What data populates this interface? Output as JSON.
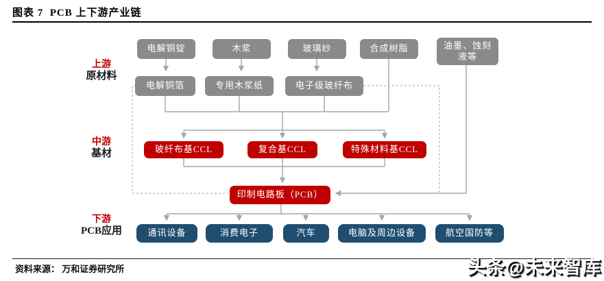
{
  "title": "图表 7  PCB 上下游产业链",
  "source": "资料来源： 万和证券研究所",
  "watermark": "头条@未来智库",
  "stages": [
    {
      "tier": "上游",
      "label": "原材料"
    },
    {
      "tier": "中游",
      "label": "基材"
    },
    {
      "tier": "下游",
      "label": "PCB应用"
    }
  ],
  "nodes": {
    "raw_materials": [
      "电解铜锭",
      "木浆",
      "玻璃纱",
      "合成树脂",
      "油墨、蚀刻液等"
    ],
    "processed_materials": [
      "电解铜箔",
      "专用木浆纸",
      "电子级玻纤布"
    ],
    "ccl": [
      "玻纤布基CCL",
      "复合基CCL",
      "特殊材料基CCL"
    ],
    "pcb": "印制电路板（PCB）",
    "applications": [
      "通讯设备",
      "消费电子",
      "汽车",
      "电脑及周边设备",
      "航空国防等"
    ]
  },
  "colors": {
    "gray_box": "#8a8a8a",
    "red_box": "#c00000",
    "blue_box": "#1f4e70",
    "connector": "#a6a6a6",
    "tier_text": "#c00000"
  }
}
